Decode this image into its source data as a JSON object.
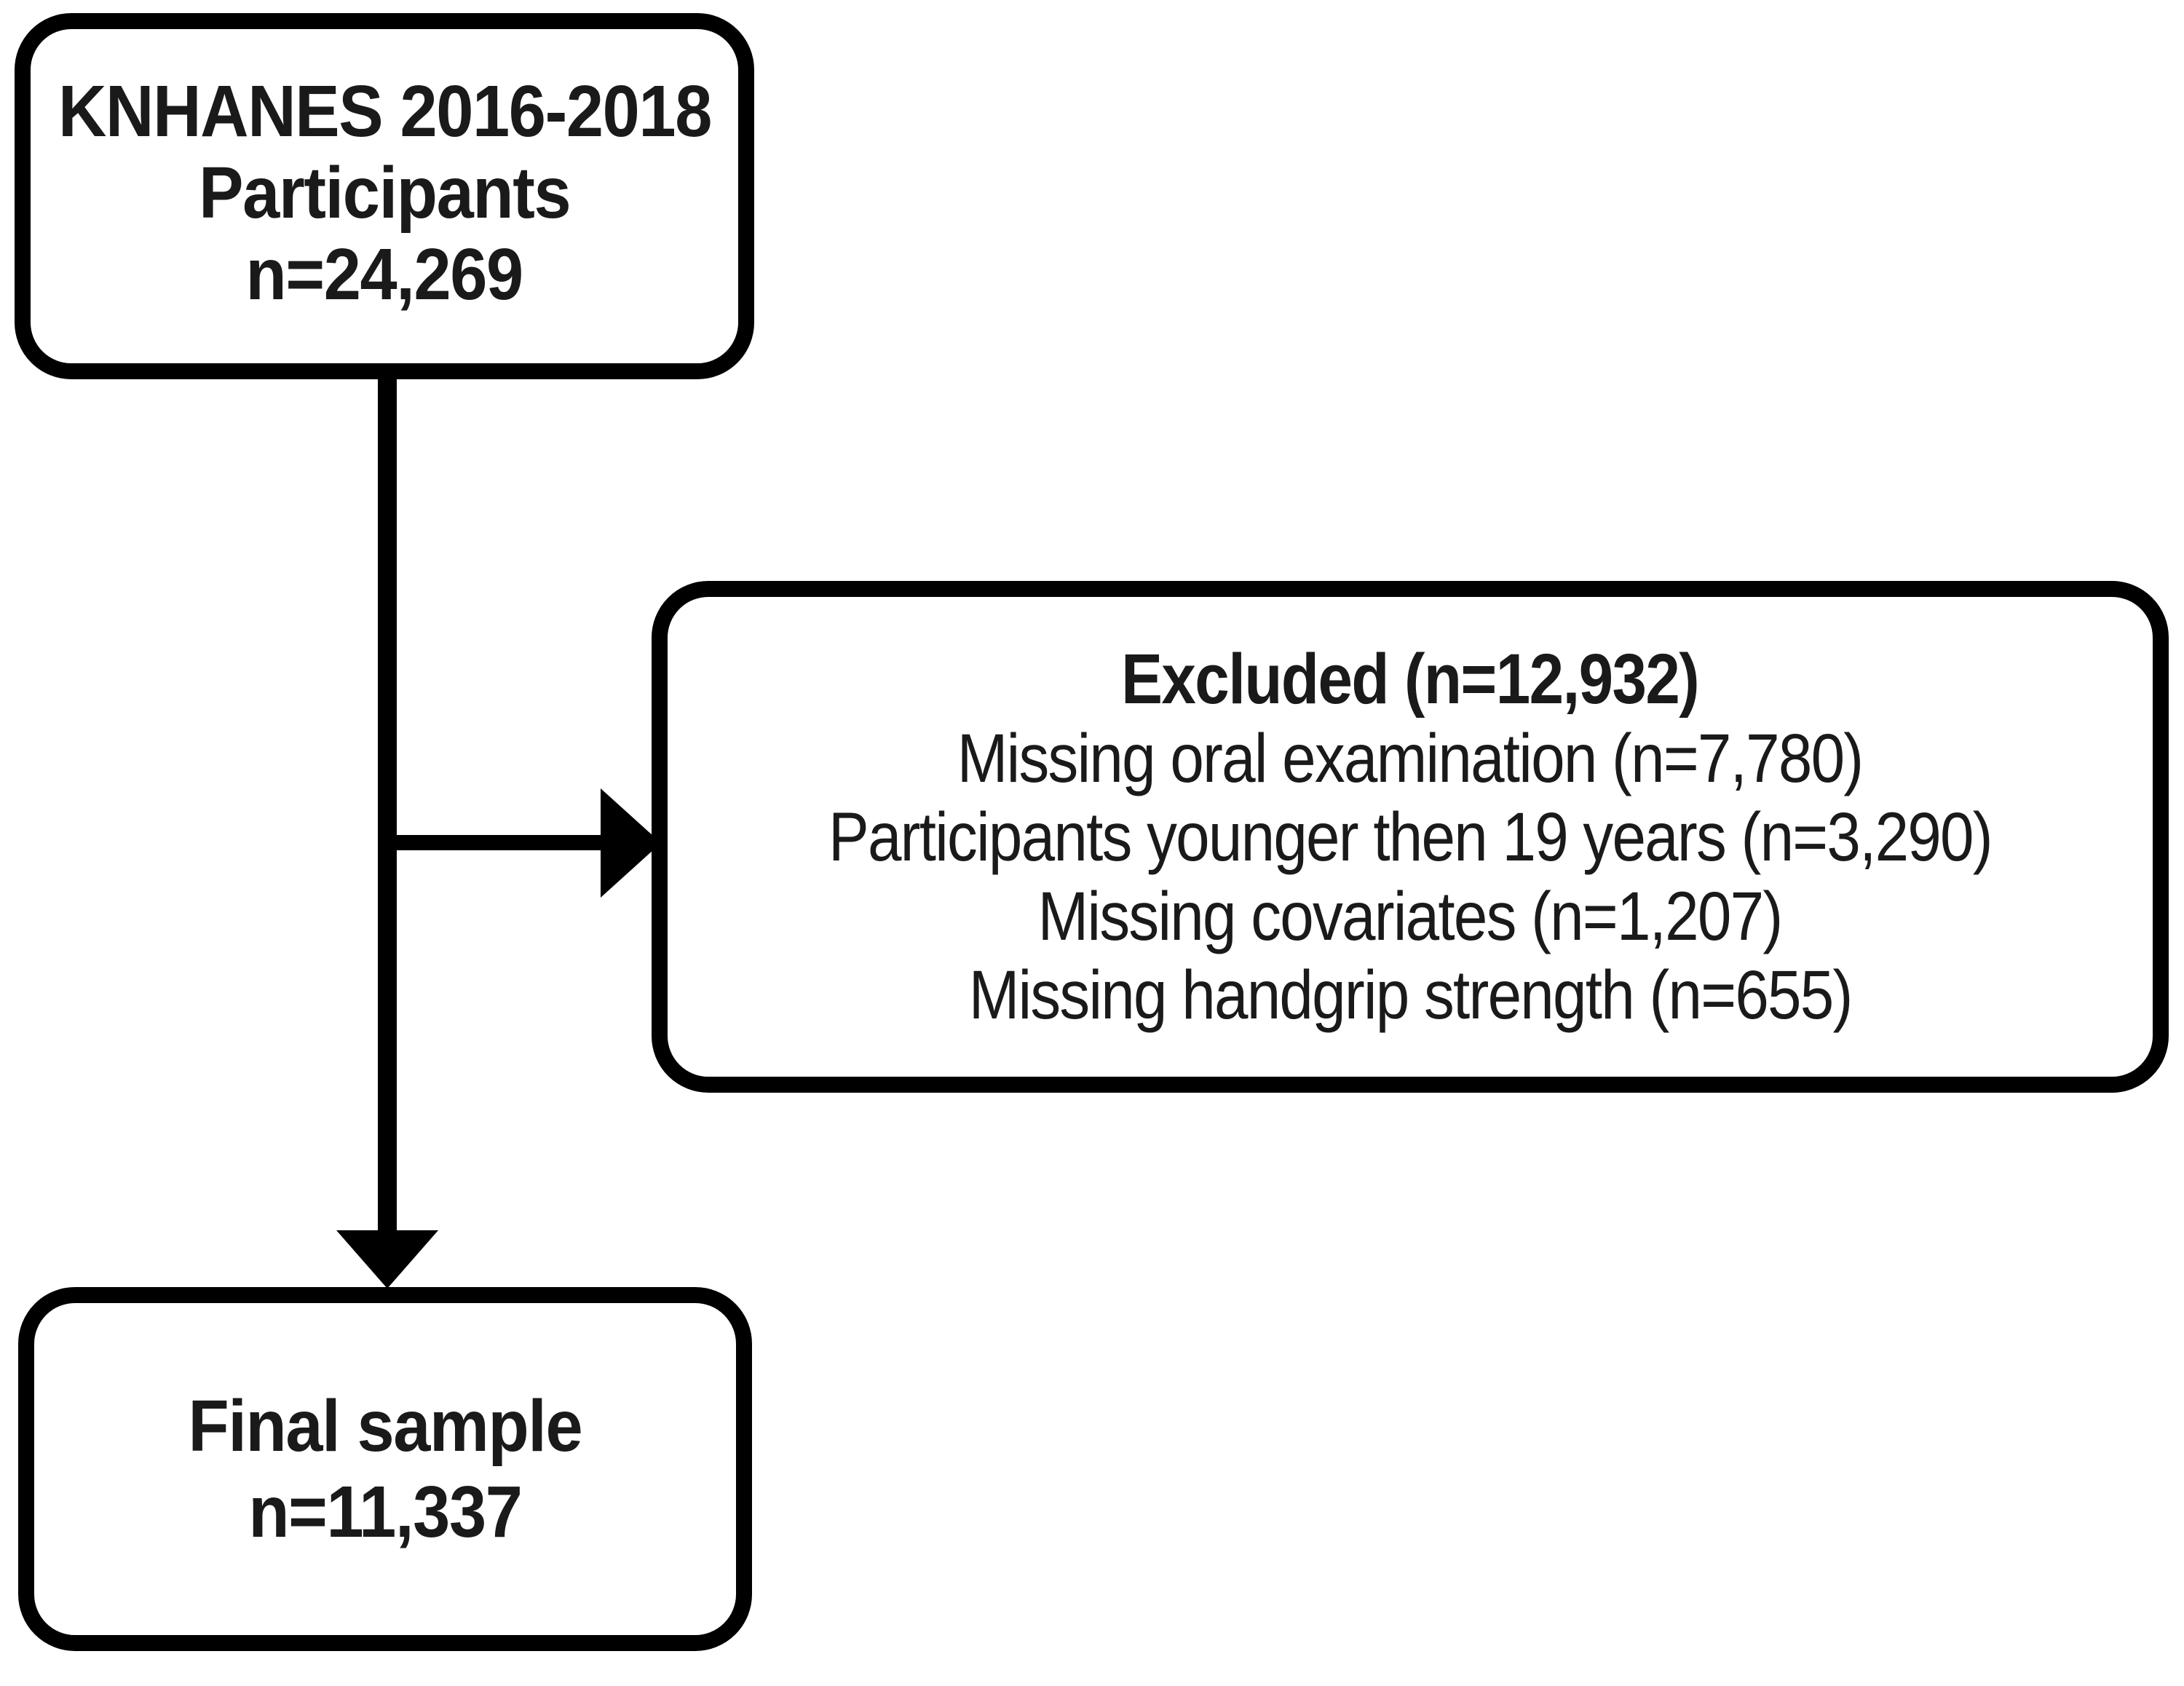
{
  "diagram": {
    "type": "flowchart",
    "title": "Study participant selection flow",
    "colors": {
      "stroke": "#000000",
      "fill": "#ffffff",
      "text": "#1a1a1a"
    },
    "nodes": {
      "source": {
        "line1": "KNHANES 2016-2018",
        "line2": "Participants",
        "line3": "n=24,269"
      },
      "excluded": {
        "heading": "Excluded (n=12,932)",
        "reasons": [
          "Missing oral examination (n=7,780)",
          "Participants younger then 19 years (n=3,290)",
          "Missing covariates (n=1,207)",
          "Missing handgrip strength (n=655)"
        ]
      },
      "final": {
        "line1": "Final sample",
        "line2": "n=11,337"
      }
    },
    "connectors": {
      "source_to_final": "vertical-arrow-down",
      "source_to_excluded": "horizontal-arrow-right"
    }
  }
}
